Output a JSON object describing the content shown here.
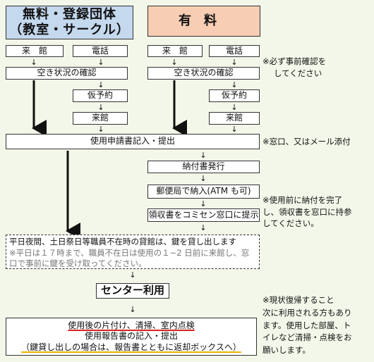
{
  "free_header": {
    "line1": "無料・登録団体",
    "line2": "（教室・サークル）"
  },
  "paid_header": "有料",
  "visit": "来　館",
  "phone": "電話",
  "availability": "空き状況の確認",
  "provisional": "仮予約",
  "visit2": "来館",
  "application": "使用申請書記入・提出",
  "invoice": "納付書発行",
  "post_payment": "郵便局で納入(ATM も可)",
  "receipt": "領収書をコミセン窓口に提示",
  "key_box": {
    "line1": "平日夜間、土日祭日等職員不在時の貸館は、鍵を貸し出します",
    "note": "※平日は１７時まで、職員不在日は使用の１~2 日前に来館し、窓口で事前に鍵を受け取ってください。"
  },
  "center_use": "センター利用",
  "after_box": {
    "line1": "使用後の片付け、清掃、室内点検",
    "line2": "使用報告書の記入・提出",
    "line3": "（鍵貸し出しの場合は、報告書とともに返却ボックスへ）"
  },
  "notes": {
    "confirm": [
      "※必ず事前確認を",
      "してください"
    ],
    "window": "※窓口、又はメール添付",
    "prepay": [
      "※使用前に納付を完了",
      "し、領収書を窓口に持参",
      "してください。"
    ],
    "restore": [
      "※現状復帰すること",
      "次に利用される方もあり",
      "ます。使用した部屋、ト",
      "イレなど清掃・点検をお",
      "願いします。"
    ]
  },
  "arrow_glyph": "↓"
}
